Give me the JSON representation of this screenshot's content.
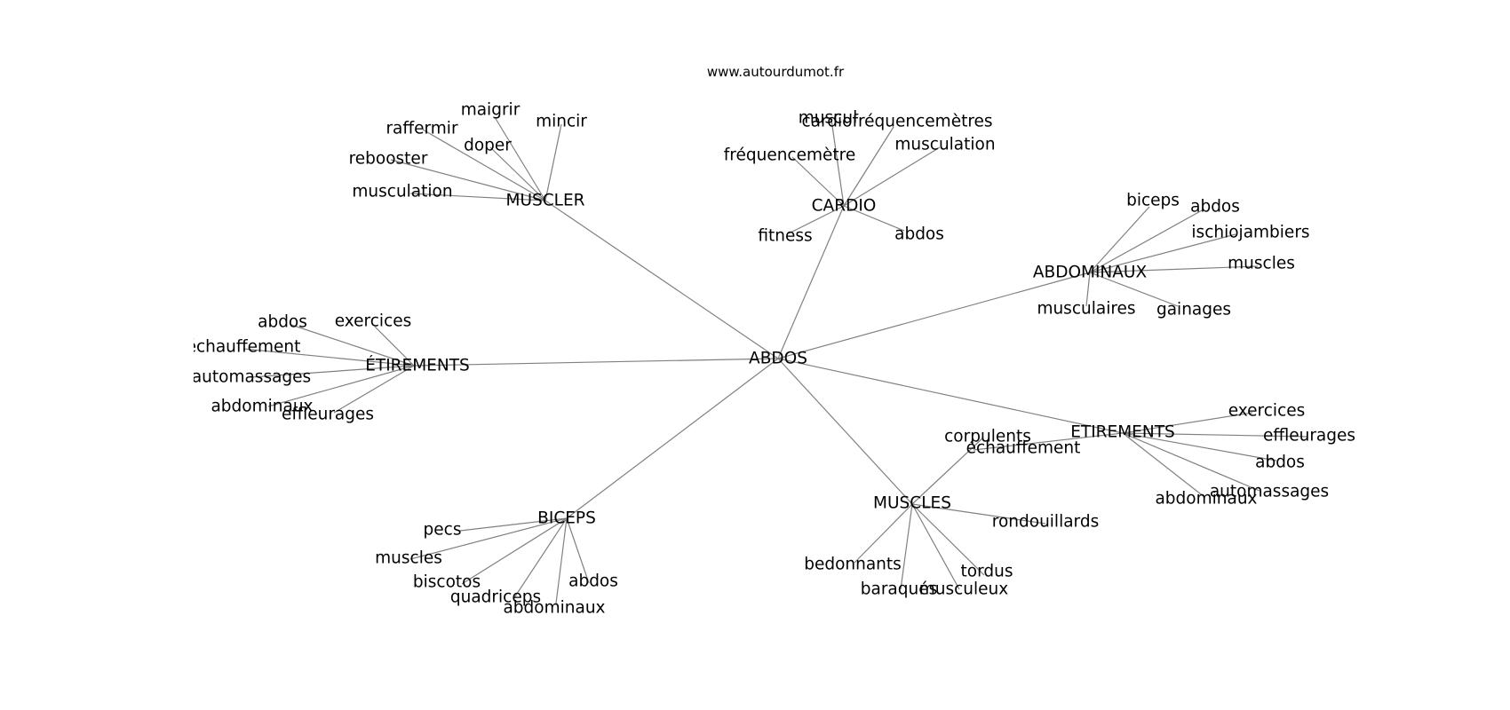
{
  "source": "www.autourdumot.fr",
  "graph": {
    "center": {
      "label": "ABDOS"
    },
    "clusters": [
      {
        "hub": "MUSCLER",
        "leaves": [
          "maigrir",
          "mincir",
          "raffermir",
          "doper",
          "rebooster",
          "musculation"
        ]
      },
      {
        "hub": "CARDIO",
        "leaves": [
          "muscul",
          "cardiofréquencemètres",
          "fréquencemètre",
          "musculation",
          "fitness",
          "abdos"
        ]
      },
      {
        "hub": "ABDOMINAUX",
        "leaves": [
          "biceps",
          "abdos",
          "ischiojambiers",
          "muscles",
          "musculaires",
          "gainages"
        ]
      },
      {
        "hub": "ÉTIREMENTS",
        "leaves": [
          "abdos",
          "exercices",
          "échauffement",
          "automassages",
          "abdominaux",
          "effleurages"
        ]
      },
      {
        "hub": "ETIREMENTS",
        "leaves": [
          "exercices",
          "effleurages",
          "abdos",
          "automassages",
          "abdominaux",
          "échauffement"
        ]
      },
      {
        "hub": "MUSCLES",
        "leaves": [
          "corpulents",
          "rondouillards",
          "bedonnants",
          "tordus",
          "baraqués",
          "musculeux"
        ]
      },
      {
        "hub": "BICEPS",
        "leaves": [
          "pecs",
          "muscles",
          "biscotos",
          "abdos",
          "quadriceps",
          "abdominaux"
        ]
      }
    ]
  }
}
